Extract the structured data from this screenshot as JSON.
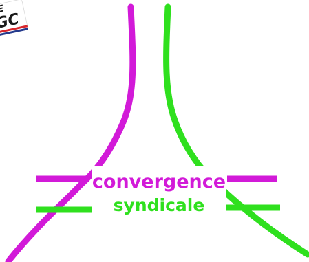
{
  "logo": {
    "text_top": "E",
    "text_main": "GC"
  },
  "slogan": {
    "line1": "convergence",
    "line2": "syndicale"
  },
  "colors": {
    "magenta": "#d21ad8",
    "green": "#2fe01e",
    "logo_red": "#d8262c",
    "logo_blue": "#243a8c",
    "logo_text": "#1a1a1a"
  }
}
